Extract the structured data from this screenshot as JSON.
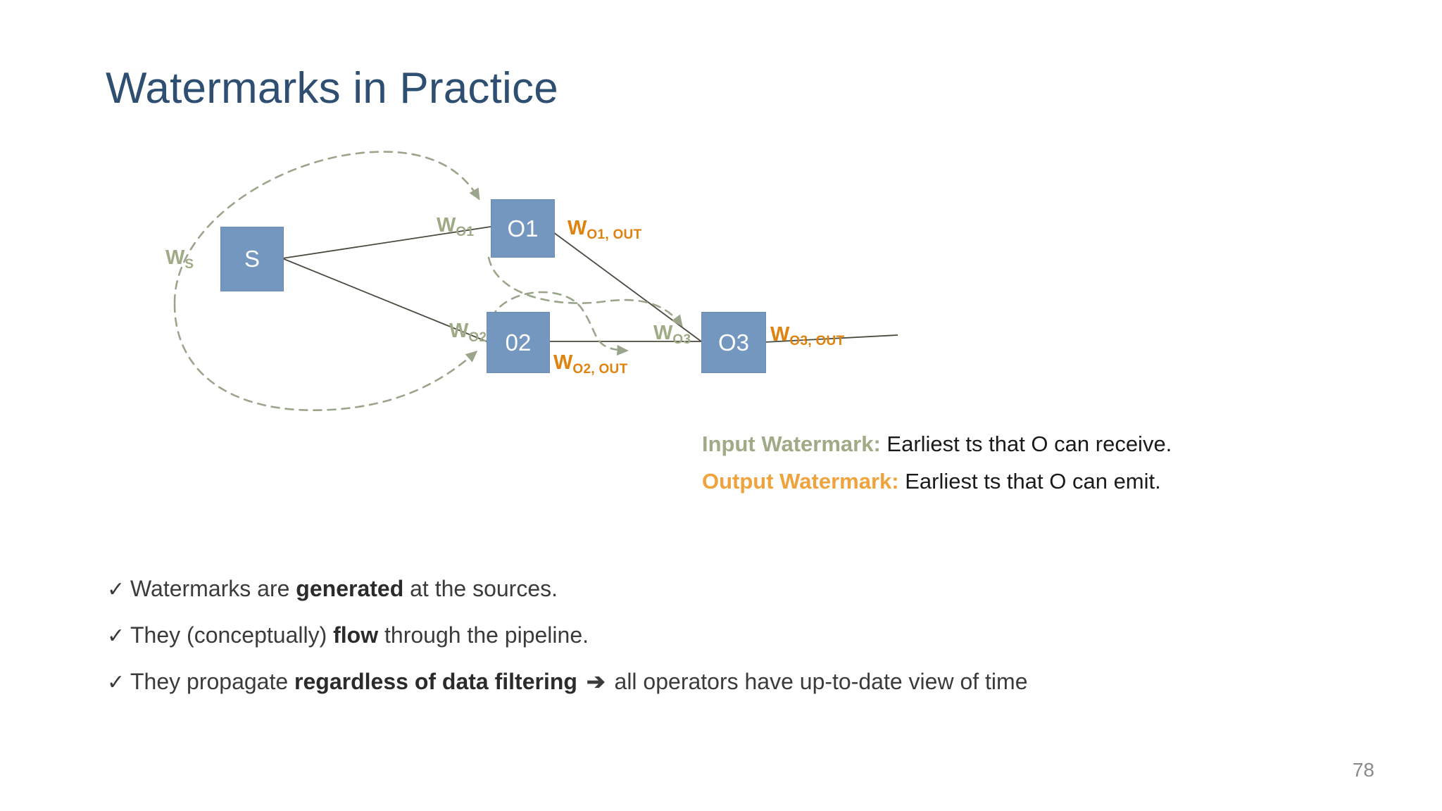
{
  "slide": {
    "title": "Watermarks in Practice",
    "page_number": "78",
    "background_color": "#ffffff",
    "title_color": "#2E4F72"
  },
  "colors": {
    "node_blue": "#7497C0",
    "input_watermark_green": "#9EAB86",
    "output_watermark_orange": "#E0820E",
    "output_term_orange": "#F0A23C",
    "edge_gray": "#4a4a3f",
    "dashed_gray": "#9a9a8f"
  },
  "diagram": {
    "nodes": [
      {
        "id": "s",
        "label": "S"
      },
      {
        "id": "o1",
        "label": "O1"
      },
      {
        "id": "o2",
        "label": "02"
      },
      {
        "id": "o3",
        "label": "O3"
      }
    ],
    "input_watermark_labels": [
      {
        "id": "ws",
        "base": "W",
        "sub": "S"
      },
      {
        "id": "wo1",
        "base": "W",
        "sub": "O1"
      },
      {
        "id": "wo2",
        "base": "W",
        "sub": "O2"
      },
      {
        "id": "wo3",
        "base": "W",
        "sub": "O3"
      }
    ],
    "output_watermark_labels": [
      {
        "id": "wo1out",
        "base": "W",
        "sub": "O1, OUT"
      },
      {
        "id": "wo2out",
        "base": "W",
        "sub": "O2, OUT"
      },
      {
        "id": "wo3out",
        "base": "W",
        "sub": "O3, OUT"
      }
    ]
  },
  "definitions": [
    {
      "term": "Input Watermark:",
      "description": "Earliest ts that O can receive."
    },
    {
      "term": "Output Watermark:",
      "description": "Earliest ts that O can emit."
    }
  ],
  "bullets": [
    {
      "mark": "✓",
      "pre": "Watermarks are ",
      "bold": "generated",
      "post": " at the sources.",
      "arrow": "",
      "tail": ""
    },
    {
      "mark": "✓",
      "pre": "They (conceptually) ",
      "bold": "flow",
      "post": " through the pipeline.",
      "arrow": "",
      "tail": ""
    },
    {
      "mark": "✓",
      "pre": "They propagate ",
      "bold": "regardless of data filtering",
      "post": " ",
      "arrow": "➔",
      "tail": " all operators have up-to-date view of time"
    }
  ]
}
